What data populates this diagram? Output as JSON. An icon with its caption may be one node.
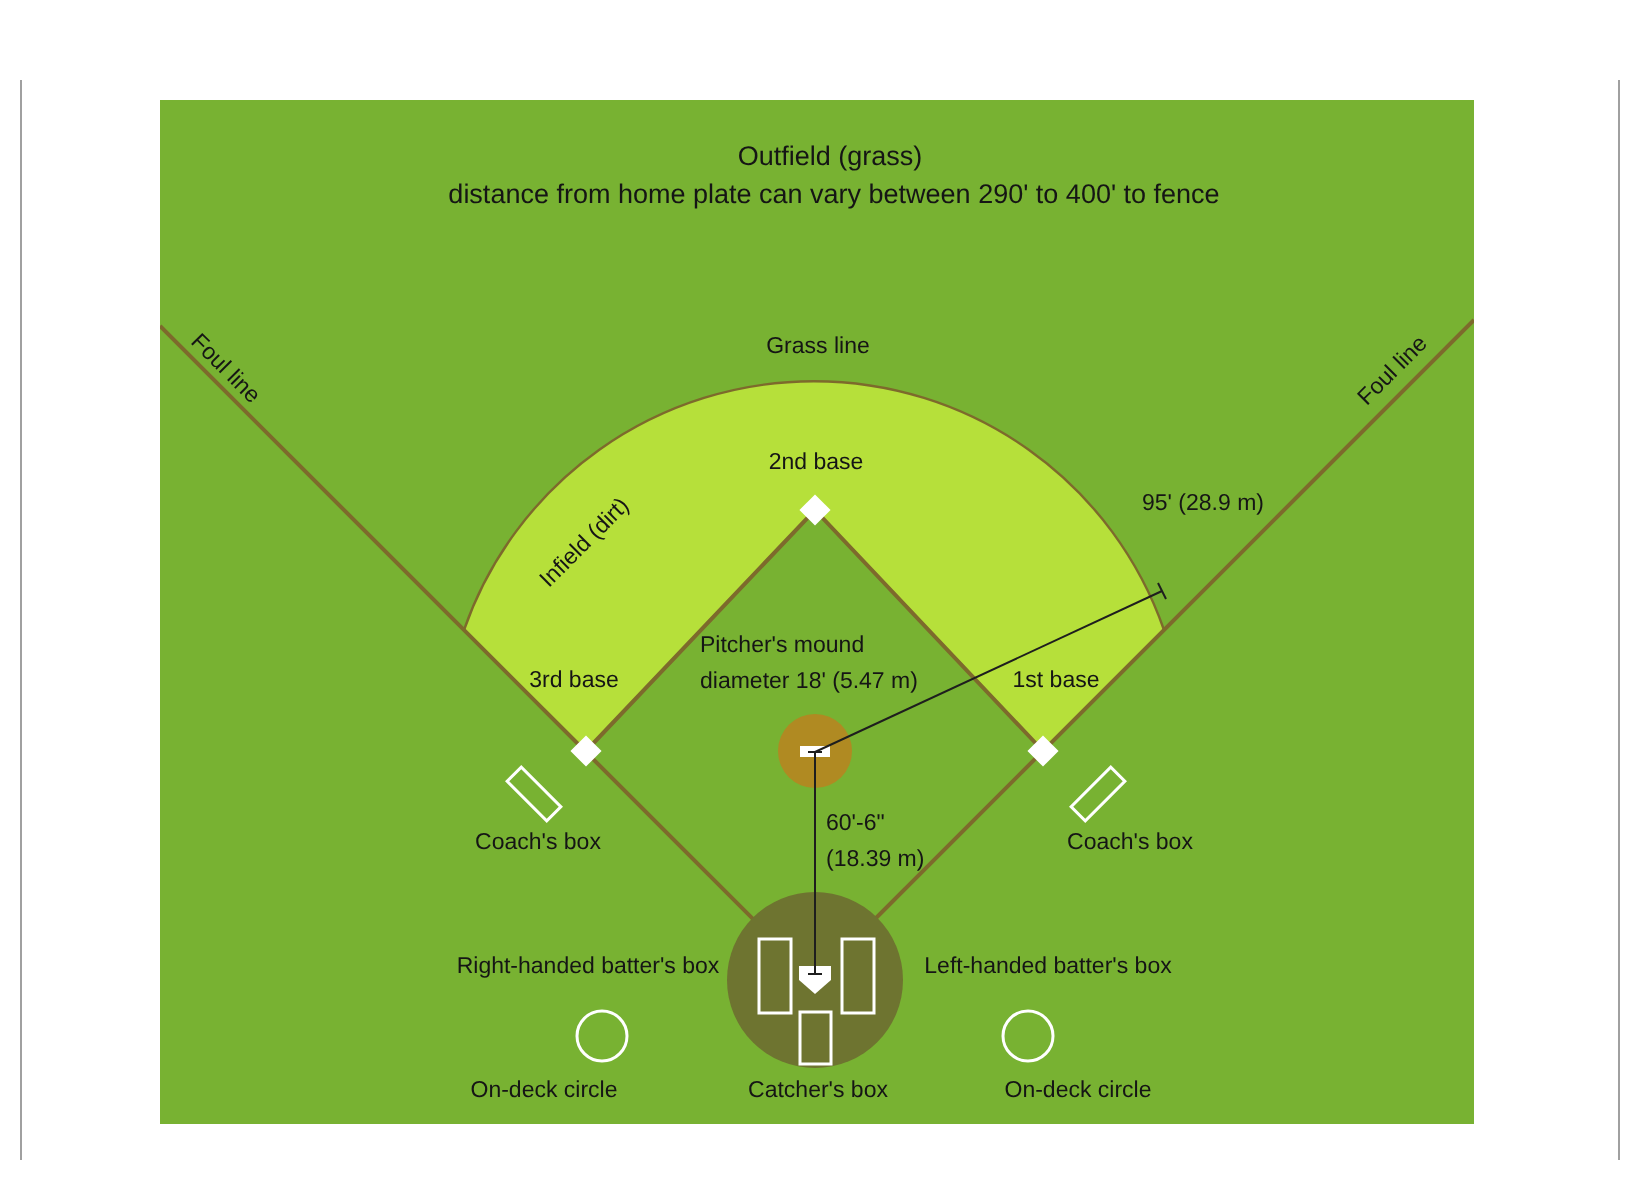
{
  "diagram": {
    "labels": [
      "Outfield (grass)",
      "distance from home plate can vary between 290' to 400' to fence",
      "Foul line",
      "Grass line",
      "Foul line",
      "2nd base",
      "95' (28.9 m)",
      "Infield (dirt)",
      "Pitcher's mound diameter 18' (5.47 m)",
      "3rd base",
      "1st base",
      "60'-6\" (18.39 m)",
      "Coach's box",
      "Coach's box",
      "Right-handed batter's box",
      "Left-handed batter's box",
      "On-deck circle",
      "Catcher's box",
      "On-deck circle"
    ]
  }
}
